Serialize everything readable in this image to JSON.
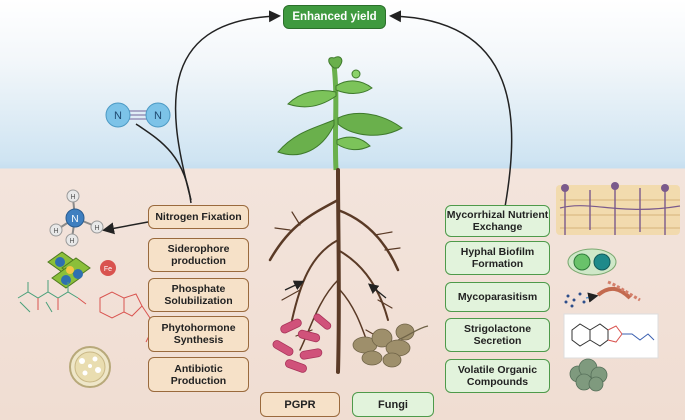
{
  "title": "Enhanced yield",
  "nitrogen": {
    "symbol": "N"
  },
  "ammonia": {
    "center": "N",
    "hydrogen": "H"
  },
  "iron": "Fe",
  "pgpr": {
    "label": "PGPR",
    "items": [
      {
        "label": "Nitrogen Fixation"
      },
      {
        "label": "Siderophore production"
      },
      {
        "label": "Phosphate Solubilization"
      },
      {
        "label": "Phytohormone Synthesis"
      },
      {
        "label": "Antibiotic Production"
      }
    ]
  },
  "fungi": {
    "label": "Fungi",
    "items": [
      {
        "label": "Mycorrhizal Nutrient Exchange"
      },
      {
        "label": "Hyphal Biofilm Formation"
      },
      {
        "label": "Mycoparasitism"
      },
      {
        "label": "Strigolactone Secretion"
      },
      {
        "label": "Volatile Organic Compounds"
      }
    ]
  },
  "colors": {
    "sky": "#c7dff0",
    "soil": "#f0ddd2",
    "pgpr_fill": "#f6e1c8",
    "pgpr_border": "#9a6a3d",
    "fungi_fill": "#e2f3dc",
    "fungi_border": "#4e9a4a",
    "title_fill": "#3f9a3f",
    "leaf": "#6ab04c",
    "root": "#5a3a26",
    "bacteria": "#d0527a"
  }
}
